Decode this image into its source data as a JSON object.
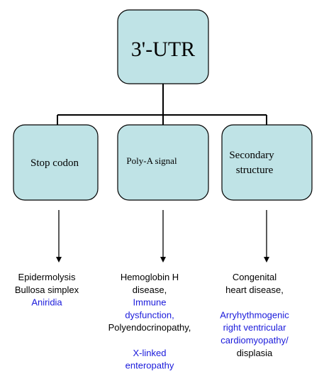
{
  "colors": {
    "box_fill": "#bfe3e6",
    "box_stroke": "#000000",
    "text_default": "#000000",
    "text_highlight": "#1a1adb"
  },
  "root": {
    "label": "3'-UTR"
  },
  "branches": [
    {
      "label_lines": [
        "Stop codon"
      ],
      "outcome_lines": [
        {
          "text": "Epidermolysis",
          "highlight": false
        },
        {
          "text": "Bullosa simplex",
          "highlight": false
        },
        {
          "text": "Aniridia",
          "highlight": true
        }
      ]
    },
    {
      "label_lines": [
        "Poly-A signal"
      ],
      "outcome_lines": [
        {
          "text": "Hemoglobin H",
          "highlight": false
        },
        {
          "text": "disease,",
          "highlight": false
        },
        {
          "text": "Immune",
          "highlight": true
        },
        {
          "text": "dysfunction,",
          "highlight": true
        },
        {
          "text": "Polyendocrinopathy,",
          "highlight": false
        },
        {
          "text": "",
          "highlight": false
        },
        {
          "text": "X-linked",
          "highlight": true
        },
        {
          "text": "enteropathy",
          "highlight": true
        }
      ]
    },
    {
      "label_lines": [
        "Secondary",
        "structure"
      ],
      "outcome_lines": [
        {
          "text": "Congenital",
          "highlight": false
        },
        {
          "text": "heart disease,",
          "highlight": false
        },
        {
          "text": "",
          "highlight": false
        },
        {
          "text": "Arryhythmogenic",
          "highlight": true
        },
        {
          "text": "right ventricular",
          "highlight": true
        },
        {
          "text": "cardiomyopathy/",
          "highlight": true
        },
        {
          "text": "displasia",
          "highlight": false
        }
      ]
    }
  ]
}
